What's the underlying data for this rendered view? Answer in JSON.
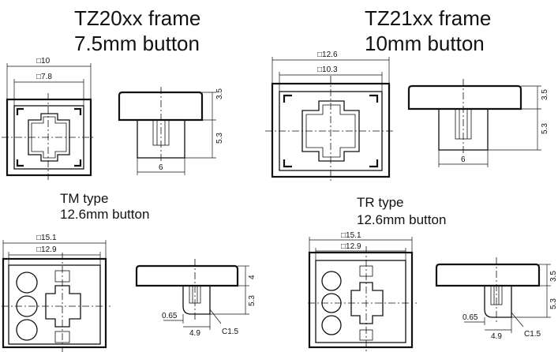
{
  "groups": [
    {
      "title_line1": "TZ20xx frame",
      "title_line2": "7.5mm button",
      "dims": {
        "outer": "□10",
        "inner": "□7.8",
        "h_top": "3.5",
        "h_bottom": "5.3",
        "width": "6"
      }
    },
    {
      "title_line1": "TZ21xx frame",
      "title_line2": "10mm button",
      "dims": {
        "outer": "□12.6",
        "inner": "□10.3",
        "h_top": "3.5",
        "h_bottom": "5.3",
        "width": "6"
      }
    },
    {
      "title_line1": "TM type",
      "title_line2": "12.6mm button",
      "dims": {
        "outer": "□15.1",
        "inner": "□12.9",
        "h_top": "4",
        "h_bottom": "5.3",
        "offset": "0.65",
        "width": "4.9",
        "chamfer": "C1.5"
      }
    },
    {
      "title_line1": "TR type",
      "title_line2": "12.6mm button",
      "dims": {
        "outer": "□15.1",
        "inner": "□12.9",
        "h_top": "3.5",
        "h_bottom": "5.3",
        "offset": "0.65",
        "width": "4.9",
        "chamfer": "C1.5"
      }
    }
  ]
}
